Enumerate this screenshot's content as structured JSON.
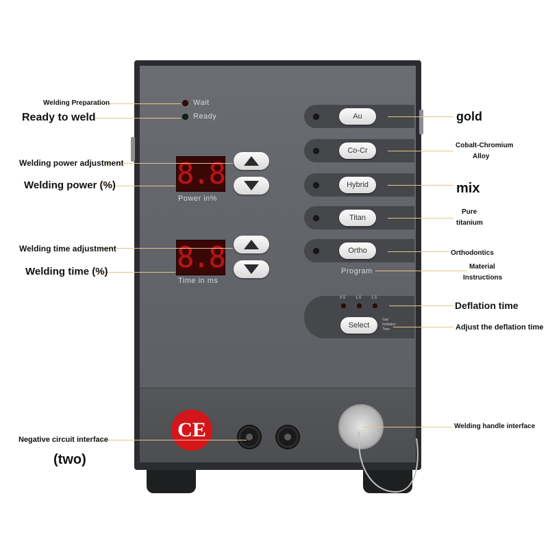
{
  "panel": {
    "wait_label": "Wait",
    "ready_label": "Ready",
    "power_display": "8.8",
    "power_label": "Power in%",
    "time_display": "8.8",
    "time_label": "Time in ms",
    "program_label": "Program",
    "gas_times": [
      "0.5",
      "1.0",
      "1.5"
    ],
    "gas_side_label": [
      "Gas",
      "Deflation",
      "Time"
    ],
    "select_label": "Select",
    "modes": [
      "Au",
      "Co-Cr",
      "Hybrid",
      "Titan",
      "Ortho"
    ],
    "ce_mark": "CE"
  },
  "annotations": {
    "welding_preparation": "Welding Preparation",
    "ready_to_weld": "Ready to weld",
    "power_adjustment": "Welding power adjustment",
    "power_percent": "Welding power (%)",
    "time_adjustment": "Welding time adjustment",
    "time_percent": "Welding time (%)",
    "negative_interface": "Negative circuit interface",
    "two": "(two)",
    "gold": "gold",
    "cobalt_line1": "Cobalt-Chromium",
    "cobalt_line2": "Alloy",
    "mix": "mix",
    "pure_line1": "Pure",
    "pure_line2": "titanium",
    "orthodontics": "Orthodontics",
    "material_line1": "Material",
    "material_line2": "Instructions",
    "deflation_time": "Deflation time",
    "adjust_deflation": "Adjust the deflation time",
    "welding_handle": "Welding handle interface"
  },
  "colors": {
    "panel": "#64666b",
    "led_display": "#b81515",
    "ce_red": "#d4161a",
    "annotation_line": "#e5c48c"
  }
}
